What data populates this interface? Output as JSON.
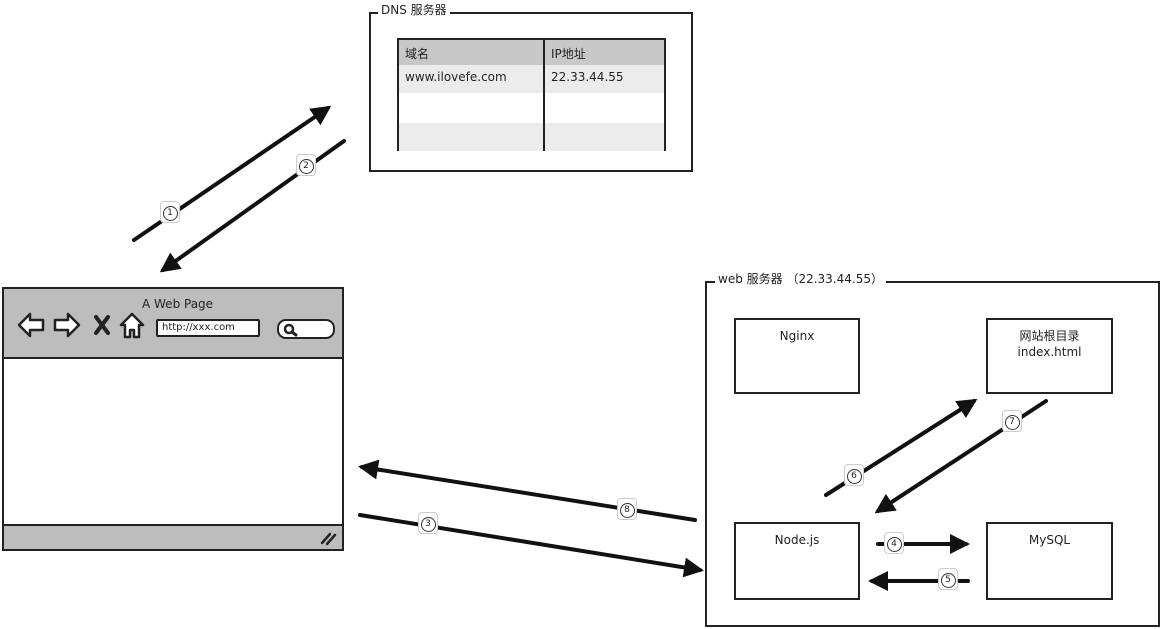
{
  "dns_server": {
    "title": "DNS 服务器",
    "table": {
      "headers": [
        "域名",
        "IP地址"
      ],
      "rows": [
        [
          "www.ilovefe.com",
          "22.33.44.55"
        ],
        [
          "",
          ""
        ],
        [
          "",
          ""
        ]
      ]
    }
  },
  "browser": {
    "title": "A Web Page",
    "url": "http://xxx.com",
    "icons": [
      "back-icon",
      "forward-icon",
      "stop-icon",
      "home-icon",
      "search-icon"
    ]
  },
  "web_server": {
    "title": "web 服务器 （22.33.44.55）",
    "components": {
      "nginx": "Nginx",
      "site_root_line1": "网站根目录",
      "site_root_line2": "index.html",
      "nodejs": "Node.js",
      "mysql": "MySQL"
    }
  },
  "steps": [
    "1",
    "2",
    "3",
    "4",
    "5",
    "6",
    "7",
    "8"
  ]
}
